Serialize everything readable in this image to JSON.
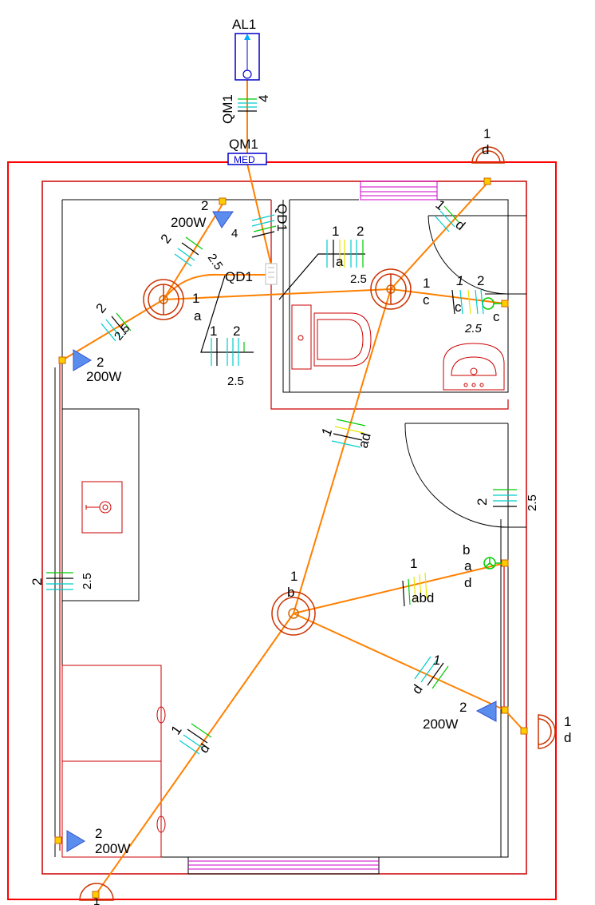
{
  "colors": {
    "wall_outer": "#ff0000",
    "wall_inner": "#000000",
    "wire": "#ff8000",
    "fixture": "#cc3300",
    "panel": "#0000cc",
    "tick_cyan": "#00cccc",
    "tick_green": "#00cc00",
    "tick_yellow": "#e6e600",
    "window": "#cc00cc",
    "heater": "#5b8def"
  },
  "panel": {
    "title": "AL1"
  },
  "breaker": {
    "top_label": "QM1",
    "top_count": "4",
    "label": "QM1",
    "box_text": "MED"
  },
  "qd_labels": {
    "qd_vertical": "QD1",
    "qd_count": "4",
    "qd_horizontal": "QD1"
  },
  "heaters": [
    {
      "num": "2",
      "power": "200W"
    },
    {
      "num": "2",
      "power": "200W"
    },
    {
      "num": "2",
      "power": "200W"
    },
    {
      "num": "2",
      "power": "200W"
    }
  ],
  "lights": {
    "top_right": {
      "num": "1",
      "letter": "d"
    },
    "right": {
      "num": "1",
      "letter": "d"
    },
    "bottom": {
      "num": "1"
    }
  },
  "wire_labels": {
    "bath_a_n1": "1",
    "bath_a_n2": "2",
    "bath_a_letter": "a",
    "bath_a_size": "2.5",
    "bath_c_num": "1",
    "bath_c_letter": "c",
    "sw_c_n1": "1",
    "sw_c_n2": "2",
    "sw_c_letter": "c",
    "sw_c_size": "2.5",
    "sw_c_switch": "c",
    "door_d_num": "1",
    "door_d_letter": "d",
    "left_n1": "1",
    "left_letter": "a",
    "left_low_n1": "1",
    "left_low_n2": "2",
    "left_low_size": "2.5",
    "lt_num": "2",
    "lt_size": "2.5",
    "top_num": "2",
    "top_size": "2.5",
    "ad_num": "1",
    "ad_letter": "ad",
    "right_mid_num": "2",
    "right_mid_size": "2.5",
    "center_num": "1",
    "center_letter": "b",
    "abd_num": "1",
    "abd_letter": "abd",
    "switch_b": "b",
    "switch_a": "a",
    "switch_d": "d",
    "rd_num": "1",
    "rd_letter": "d",
    "bl_num": "1",
    "bl_letter": "d",
    "left_wall_num": "2",
    "left_wall_size": "2.5"
  }
}
